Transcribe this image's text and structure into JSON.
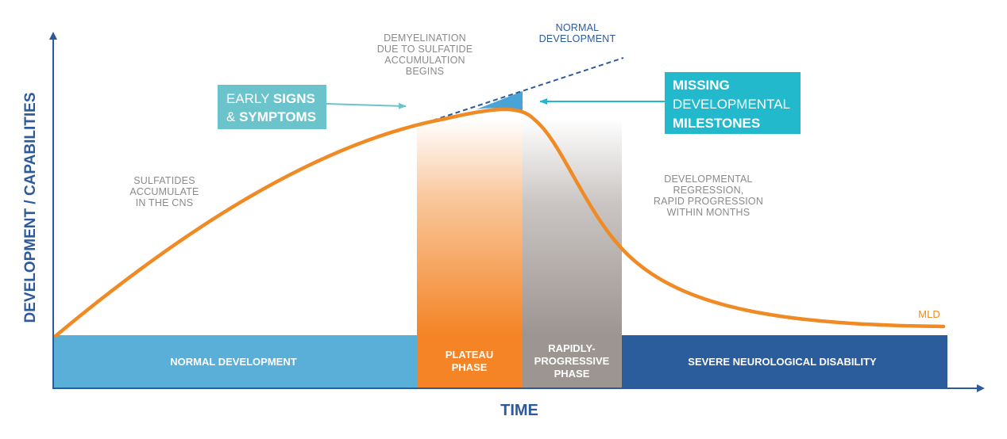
{
  "axes": {
    "y_label": "DEVELOPMENT / CAPABILITIES",
    "x_label": "TIME"
  },
  "annotations": {
    "sulfatides": [
      "SULFATIDES",
      "ACCUMULATE",
      "IN THE CNS"
    ],
    "demyelination": [
      "DEMYELINATION",
      "DUE TO SULFATIDE",
      "ACCUMULATION",
      "BEGINS"
    ],
    "normal_development": [
      "NORMAL",
      "DEVELOPMENT"
    ],
    "regression": [
      "DEVELOPMENTAL",
      "REGRESSION,",
      "RAPID PROGRESSION",
      "WITHIN MONTHS"
    ]
  },
  "callouts": {
    "early_signs": {
      "line1_regular": "EARLY ",
      "line1_bold": "SIGNS",
      "line2_regular": "& ",
      "line2_bold": "SYMPTOMS"
    },
    "missing_milestones": {
      "line1": "MISSING",
      "line2": "DEVELOPMENTAL",
      "line3": "MILESTONES"
    }
  },
  "phases": {
    "normal": {
      "label": "NORMAL DEVELOPMENT"
    },
    "plateau": {
      "label": [
        "PLATEAU",
        "PHASE"
      ]
    },
    "rapid": {
      "label": [
        "RAPIDLY-",
        "PROGRESSIVE",
        "PHASE"
      ]
    },
    "severe": {
      "label": "SEVERE NEUROLOGICAL DISABILITY"
    }
  },
  "curve_label": "MLD",
  "colors": {
    "axis": "#2d5a9a",
    "curve": "#f08a24",
    "normal_band": "#5aafd9",
    "plateau_band": "#f48426",
    "rapid_band": "#9d9592",
    "severe_band": "#2b5c9c",
    "early_signs_box": "#6bc3cc",
    "missing_box": "#22b9cc",
    "gap_wedge": "#4aa3d6",
    "note_gray": "#8a8a8a"
  }
}
